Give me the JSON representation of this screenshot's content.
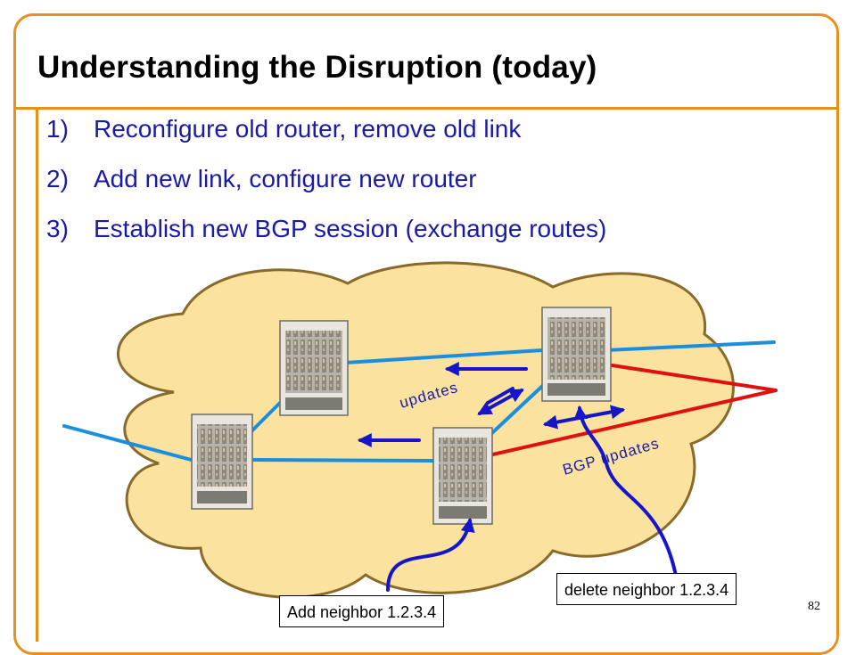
{
  "slide": {
    "title": "Understanding the Disruption (today)",
    "steps": [
      {
        "num": "1)",
        "text": "Reconfigure old router, remove old link"
      },
      {
        "num": "2)",
        "text": "Add new link, configure new router"
      },
      {
        "num": "3)",
        "text": "Establish new BGP session (exchange routes)"
      }
    ],
    "page_number": "82"
  },
  "diagram": {
    "updates_label": "updates",
    "bgp_updates_label": "BGP updates",
    "add_neighbor_callout": "Add neighbor 1.2.3.4",
    "delete_neighbor_callout": "delete neighbor 1.2.3.4"
  },
  "colors": {
    "frame": "#e8901e",
    "title": "#000000",
    "steps": "#1a1aa6",
    "cloud_fill": "#fbe39f",
    "cloud_stroke": "#8a6a2a",
    "link": "#1a8ee0",
    "new_link": "#e01010",
    "arrow": "#1616c8"
  }
}
